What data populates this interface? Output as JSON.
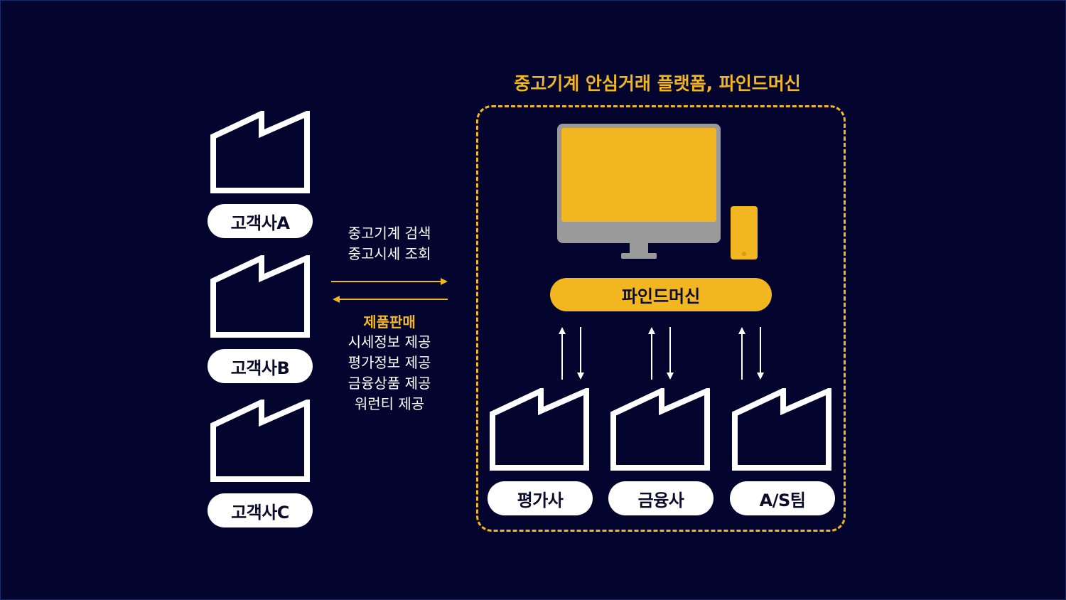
{
  "platform": {
    "title": "중고기계 안심거래 플랫폼, 파인드머신",
    "brand": "파인드머신"
  },
  "customers": [
    "고객사A",
    "고객사B",
    "고객사C"
  ],
  "to_platform": [
    "중고기계 검색",
    "중고시세 조회"
  ],
  "from_platform": {
    "heading": "제품판매",
    "items": [
      "시세정보 제공",
      "평가정보 제공",
      "금융상품 제공",
      "워런티 제공"
    ]
  },
  "partners": [
    "평가사",
    "금융사",
    "A/S팀"
  ],
  "colors": {
    "background": "#03052f",
    "accent": "#f2b720",
    "white": "#ffffff",
    "device_gray": "#9a9a9a"
  },
  "icons": [
    "factory-icon",
    "desktop-monitor-icon",
    "smartphone-icon",
    "arrow-right-icon",
    "arrow-left-icon",
    "arrow-up-icon",
    "arrow-down-icon"
  ]
}
